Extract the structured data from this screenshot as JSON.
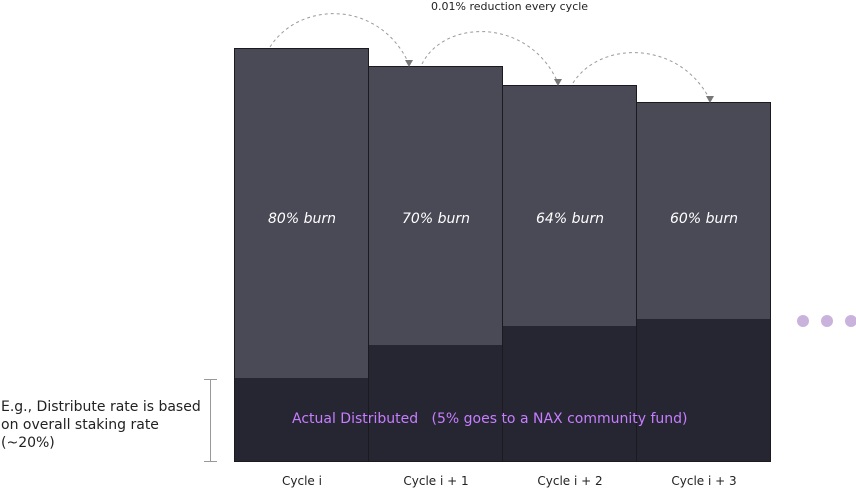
{
  "top_label": "0.01% reduction every cycle",
  "bars": [
    {
      "burn_label": "80% burn",
      "cycle_label": "Cycle i"
    },
    {
      "burn_label": "70% burn",
      "cycle_label": "Cycle i + 1"
    },
    {
      "burn_label": "64% burn",
      "cycle_label": "Cycle i + 2"
    },
    {
      "burn_label": "60% burn",
      "cycle_label": "Cycle i + 3"
    }
  ],
  "distributed_label": "Actual Distributed   (5% goes to a NAX community fund)",
  "side_note": "E.g., Distribute rate is based on overall staking rate (~20%)",
  "ellipsis_label": "• • •",
  "colors": {
    "burn": "#4a4a57",
    "distributed": "#262633",
    "accent": "#c77dff"
  }
}
